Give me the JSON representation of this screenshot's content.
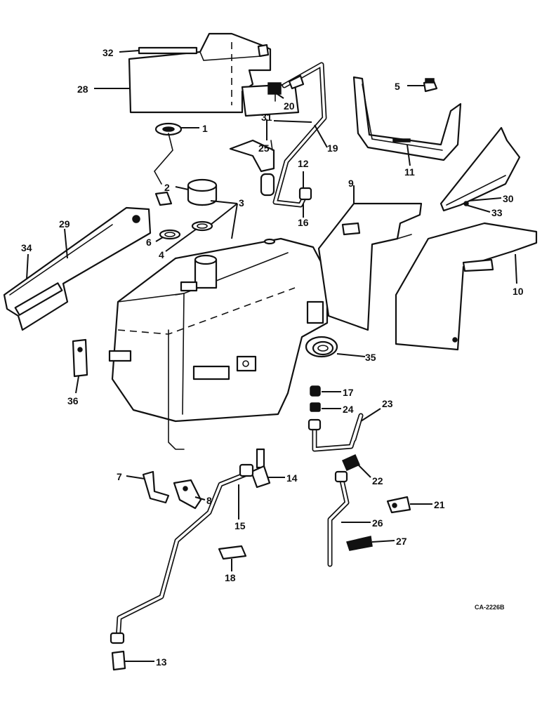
{
  "diagram_code": "CA-2226B",
  "callouts": [
    "1",
    "2",
    "3",
    "4",
    "5",
    "6",
    "7",
    "8",
    "9",
    "10",
    "11",
    "12",
    "13",
    "14",
    "15",
    "16",
    "17",
    "18",
    "19",
    "20",
    "21",
    "22",
    "23",
    "24",
    "25",
    "26",
    "27",
    "28",
    "29",
    "30",
    "31",
    "32",
    "33",
    "34",
    "35",
    "36"
  ]
}
